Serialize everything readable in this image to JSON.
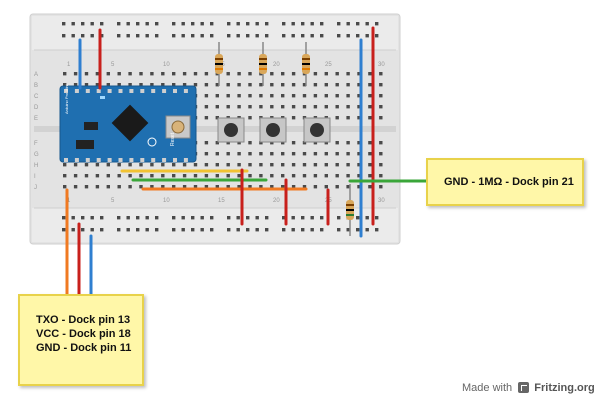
{
  "breadboard": {
    "column_numbers": [
      "1",
      "5",
      "10",
      "15",
      "20",
      "25",
      "30"
    ],
    "row_letters_top": [
      "A",
      "B",
      "C",
      "D",
      "E"
    ],
    "row_letters_bottom": [
      "F",
      "G",
      "H",
      "I",
      "J"
    ]
  },
  "arduino": {
    "name_text": "Arduino Pro Mini",
    "reset_text": "Reset",
    "colors": {
      "board": "#1f6fb0",
      "chip": "#1a1a1a"
    }
  },
  "notes": {
    "gnd_sense": "GND - 1MΩ - Dock pin 21",
    "serial": {
      "line1": "TXO  - Dock pin 13",
      "line2": "VCC  - Dock pin 18",
      "line3": "GND - Dock pin 11"
    }
  },
  "credit": {
    "prefix": "Made with",
    "brand": "Fritzing.org"
  },
  "colors": {
    "wire_red": "#c8201c",
    "wire_blue": "#2f7fd0",
    "wire_green": "#3aa639",
    "wire_orange": "#f07a22",
    "wire_yellow": "#f1c232",
    "note_bg": "#fff7a8"
  }
}
